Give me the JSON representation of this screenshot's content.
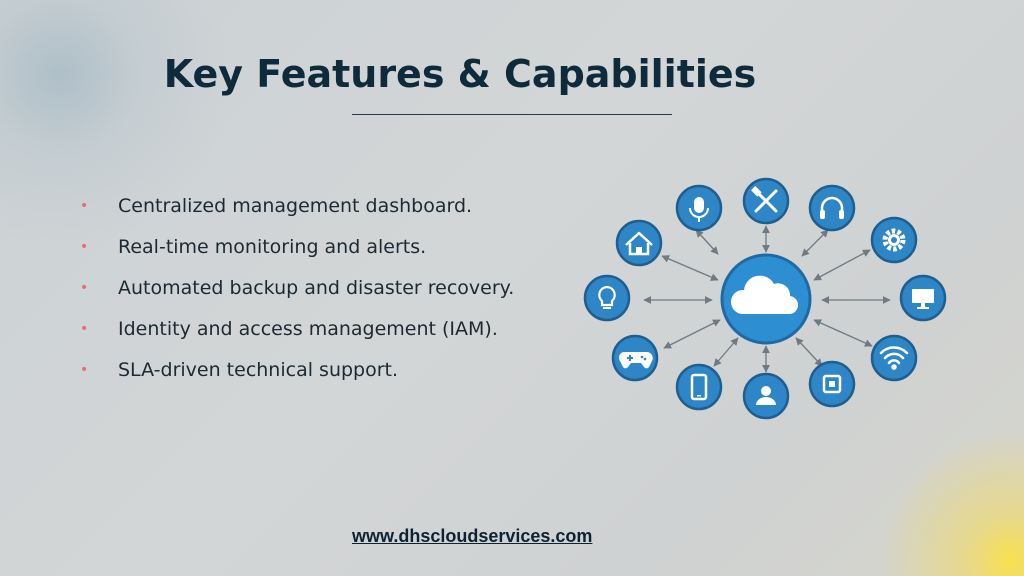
{
  "slide": {
    "title": "Key Features & Capabilities",
    "bullets": [
      "Centralized management dashboard.",
      "Real-time monitoring and alerts.",
      "Automated backup and disaster recovery.",
      "Identity and access management (IAM).",
      "SLA-driven technical support."
    ],
    "bullet_marker": "•",
    "footer_link": "www.dhscloudservices.com"
  },
  "diagram": {
    "hub_icon": "cloud-icon",
    "node_icons": [
      "microphone-icon",
      "tools-icon",
      "headphones-icon",
      "gear-icon",
      "monitor-icon",
      "wifi-icon",
      "chip-icon",
      "user-icon",
      "smartphone-icon",
      "gamepad-icon",
      "lightbulb-icon",
      "home-icon"
    ],
    "colors": {
      "node": "#2f86c6",
      "node_ring": "#1f5f8f",
      "hub": "#2d8fd2",
      "arrow": "#6f7a82"
    }
  },
  "colors": {
    "title": "#0f2a3a",
    "bullet": "#e36f6f",
    "text": "#1d2a33"
  }
}
